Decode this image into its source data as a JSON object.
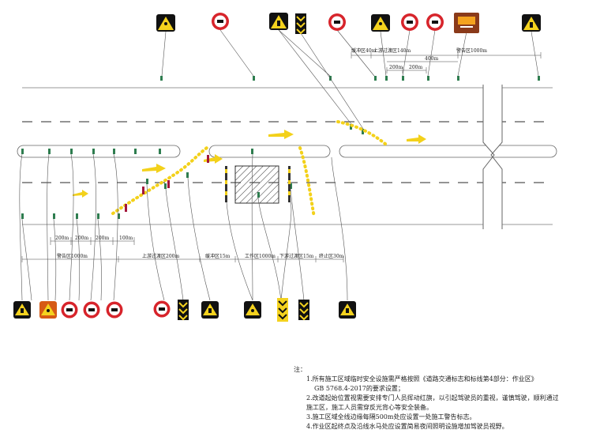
{
  "diagram": {
    "top_dims": [
      {
        "label": "缓冲区40m"
      },
      {
        "label": "上游过渡区140m"
      },
      {
        "label": "200m"
      },
      {
        "label": "200m"
      },
      {
        "label": "400m"
      },
      {
        "label": "警告区1000m"
      }
    ],
    "bottom_dims": [
      {
        "label": "200m"
      },
      {
        "label": "200m"
      },
      {
        "label": "200m"
      },
      {
        "label": "100m"
      },
      {
        "label": "警告区1000m"
      },
      {
        "label": "上游过渡区200m"
      },
      {
        "label": "缓冲区15m"
      },
      {
        "label": "工作区1000m"
      },
      {
        "label": "下游过渡区15m"
      },
      {
        "label": "终止区30m"
      }
    ],
    "colors": {
      "lane_line": "#555555",
      "delineator": "#2e7d4f",
      "cone": "#f3d11a",
      "work_zone": "#333333",
      "sign_red": "#d7242b",
      "sign_yellow": "#f4d21e",
      "guide_sign_bg": "#8a3a1a"
    },
    "signs_top": [
      {
        "icon": "men-at-work-warning-icon"
      },
      {
        "icon": "speed-limit-icon"
      },
      {
        "icon": "lane-closed-warning-icon"
      },
      {
        "icon": "chevron-alignment-icon"
      },
      {
        "icon": "speed-limit-icon"
      },
      {
        "icon": "men-at-work-warning-icon"
      },
      {
        "icon": "speed-limit-icon"
      },
      {
        "icon": "speed-limit-icon"
      },
      {
        "icon": "detour-guide-icon"
      },
      {
        "icon": "lane-closed-warning-icon"
      }
    ],
    "signs_bottom": [
      {
        "icon": "lane-closed-warning-icon"
      },
      {
        "icon": "men-at-work-warning-icon"
      },
      {
        "icon": "speed-limit-icon"
      },
      {
        "icon": "speed-limit-icon"
      },
      {
        "icon": "speed-limit-icon"
      },
      {
        "icon": "speed-limit-icon"
      },
      {
        "icon": "chevron-alignment-icon"
      },
      {
        "icon": "lane-closed-warning-icon"
      },
      {
        "icon": "men-at-work-warning-icon"
      },
      {
        "icon": "chevron-alignment-icon"
      },
      {
        "icon": "chevron-alignment-icon"
      },
      {
        "icon": "lane-closed-warning-icon"
      }
    ]
  },
  "notes": {
    "heading": "注：",
    "items": [
      "1.所有施工区域临时安全设施需严格按照《道路交通标志和标线第4部分：作业区》",
      "GB 5768.4-2017的要求设置；",
      "2.改道起始位置视需要安排专门人员挥动红旗，以引起驾驶员的重视，谨慎驾驶，顺利通过",
      "施工区，施工人员需穿反光背心等安全装备。",
      "3.施工区域全线边缘每隔500m处应设置一处施工警告标志。",
      "4.作业区起终点及沿线水马处应设置简易夜间照明设施增加驾驶员视野。"
    ]
  }
}
